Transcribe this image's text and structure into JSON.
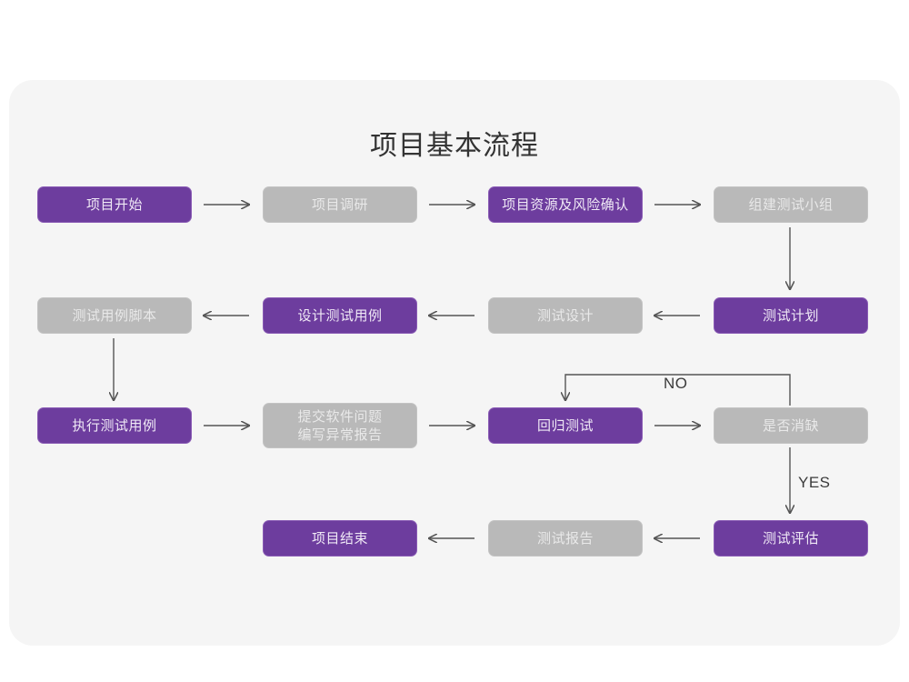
{
  "card": {
    "background": "#f5f5f5",
    "page_background": "#ffffff"
  },
  "title": "项目基本流程",
  "theme": {
    "purple": "#6d3d9e",
    "purple_border": "#8a5cb5",
    "gray": "#b9b9b9",
    "gray_border": "#c3c3c3",
    "purple_text": "#f0e9f6",
    "gray_text": "#e9e9e9",
    "arrow": "#555555",
    "title_color": "#333333"
  },
  "nodes": [
    {
      "id": "n1",
      "label": "项目开始",
      "style": "purple",
      "row": 1
    },
    {
      "id": "n2",
      "label": "项目调研",
      "style": "gray",
      "row": 1
    },
    {
      "id": "n3",
      "label": "项目资源及风险确认",
      "style": "purple",
      "row": 1
    },
    {
      "id": "n4",
      "label": "组建测试小组",
      "style": "gray",
      "row": 1
    },
    {
      "id": "n5",
      "label": "测试用例脚本",
      "style": "gray",
      "row": 2
    },
    {
      "id": "n6",
      "label": "设计测试用例",
      "style": "purple",
      "row": 2
    },
    {
      "id": "n7",
      "label": "测试设计",
      "style": "gray",
      "row": 2
    },
    {
      "id": "n8",
      "label": "测试计划",
      "style": "purple",
      "row": 2
    },
    {
      "id": "n9",
      "label": "执行测试用例",
      "style": "purple",
      "row": 3
    },
    {
      "id": "n10",
      "label": "提交软件问题\n编写异常报告",
      "style": "gray",
      "row": 3
    },
    {
      "id": "n11",
      "label": "回归测试",
      "style": "purple",
      "row": 3
    },
    {
      "id": "n12",
      "label": "是否消缺",
      "style": "gray",
      "row": 3
    },
    {
      "id": "n13",
      "label": "项目结束",
      "style": "purple",
      "row": 4
    },
    {
      "id": "n14",
      "label": "测试报告",
      "style": "gray",
      "row": 4
    },
    {
      "id": "n15",
      "label": "测试评估",
      "style": "purple",
      "row": 4
    }
  ],
  "edge_labels": {
    "no": "NO",
    "yes": "YES"
  }
}
